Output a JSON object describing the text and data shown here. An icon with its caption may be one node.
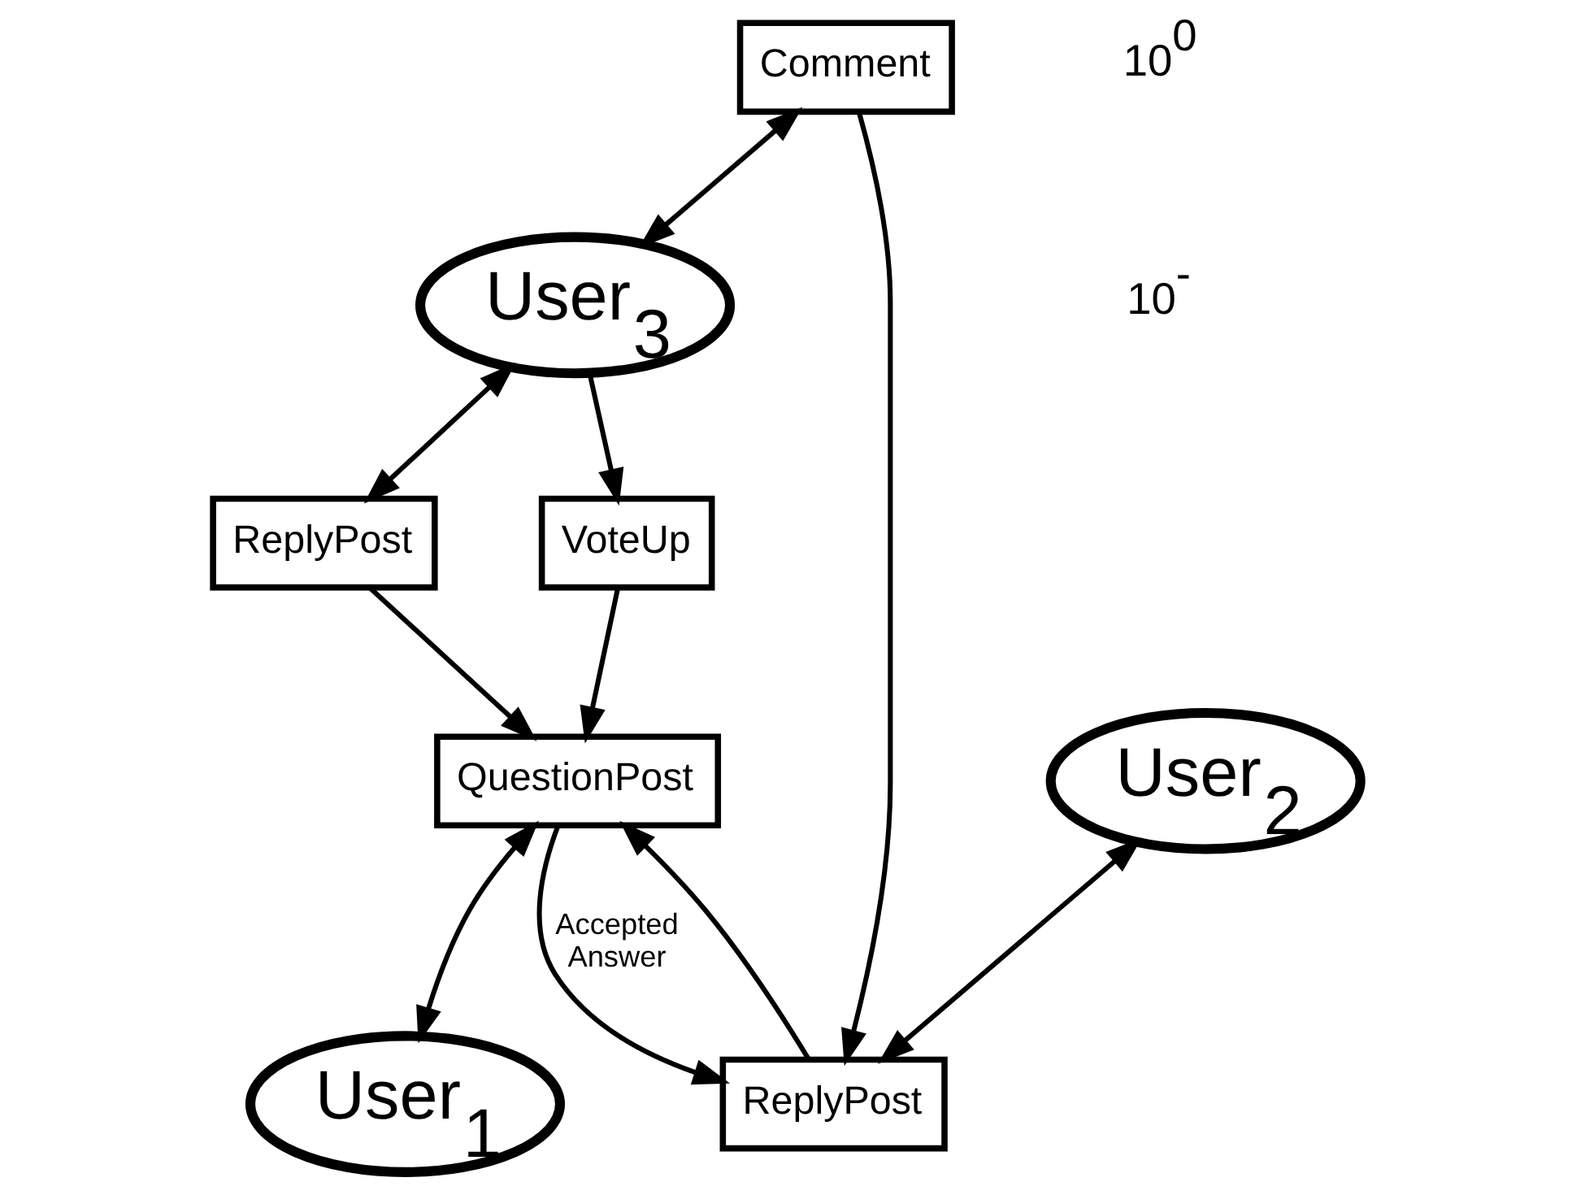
{
  "diagram": {
    "nodes": [
      {
        "text": [
          "Comment"
        ]
      },
      {
        "text": [
          "User$_{2}$"
        ]
      },
      {
        "text": [
          "User$_{3}$"
        ]
      },
      {
        "text": [
          "VoteUp"
        ]
      },
      {
        "text": [
          "ReplyPost"
        ]
      },
      {
        "text": [
          "ReplyPost"
        ]
      },
      {
        "text": [
          "QuestionPost"
        ]
      },
      {
        "text": [
          "User$_{1}$"
        ]
      }
    ],
    "edges": [
      {
        "from": 0,
        "to": 2,
        "arrow": "both"
      },
      {
        "from": 0,
        "to": 4,
        "arrow": "to"
      },
      {
        "from": 2,
        "to": 3,
        "arrow": "to"
      },
      {
        "from": 1,
        "to": 4,
        "arrow": "both"
      },
      {
        "from": 2,
        "to": 5,
        "arrow": "both"
      },
      {
        "from": 3,
        "to": 6,
        "arrow": "to"
      },
      {
        "from": 4,
        "to": 6,
        "arrow": "to"
      },
      {
        "from": 5,
        "to": 6,
        "arrow": "to"
      },
      {
        "from": 6,
        "to": 4,
        "arrow": "to",
        "label": "Accepted Answer"
      },
      {
        "from": 6,
        "to": 7,
        "arrow": "both"
      }
    ],
    "labels": [
      "10$^{0}$",
      "10$^{-}$"
    ]
  }
}
